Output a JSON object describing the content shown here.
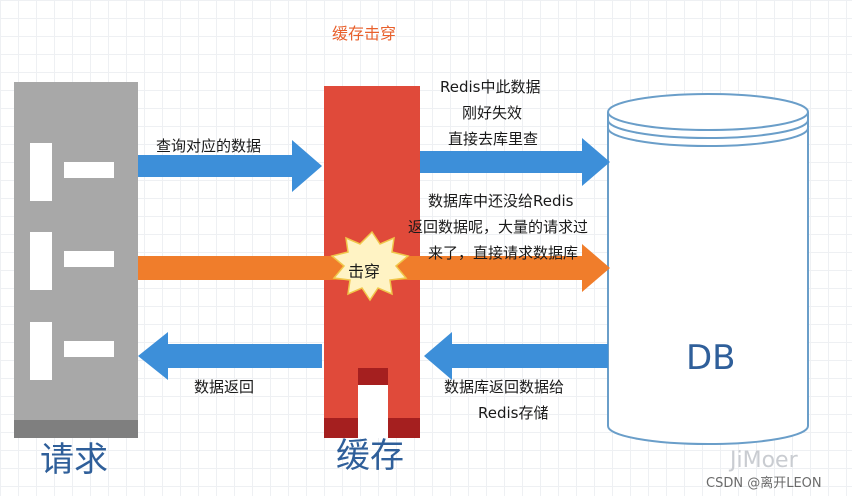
{
  "title": "缓存击穿",
  "arrows": {
    "query": "查询对应的数据",
    "return_data": "数据返回",
    "db_return": [
      "数据库返回数据给",
      "Redis存储"
    ],
    "redis_expire": [
      "Redis中此数据",
      "刚好失效",
      "直接去库里查"
    ],
    "flood": [
      "数据库中还没给Redis",
      "返回数据呢，大量的请求过",
      "来了，直接请求数据库"
    ]
  },
  "burst_label": "击穿",
  "nodes": {
    "request": "请求",
    "cache": "缓存",
    "db": "DB"
  },
  "watermark": "JiMoer",
  "credit": "CSDN @离开LEON",
  "colors": {
    "blue_arrow": "#3d8fd9",
    "orange_arrow": "#f07d2b",
    "cache_red": "#e04a3a",
    "server_gray": "#a8a8a8",
    "label_blue": "#2f5f9a"
  }
}
